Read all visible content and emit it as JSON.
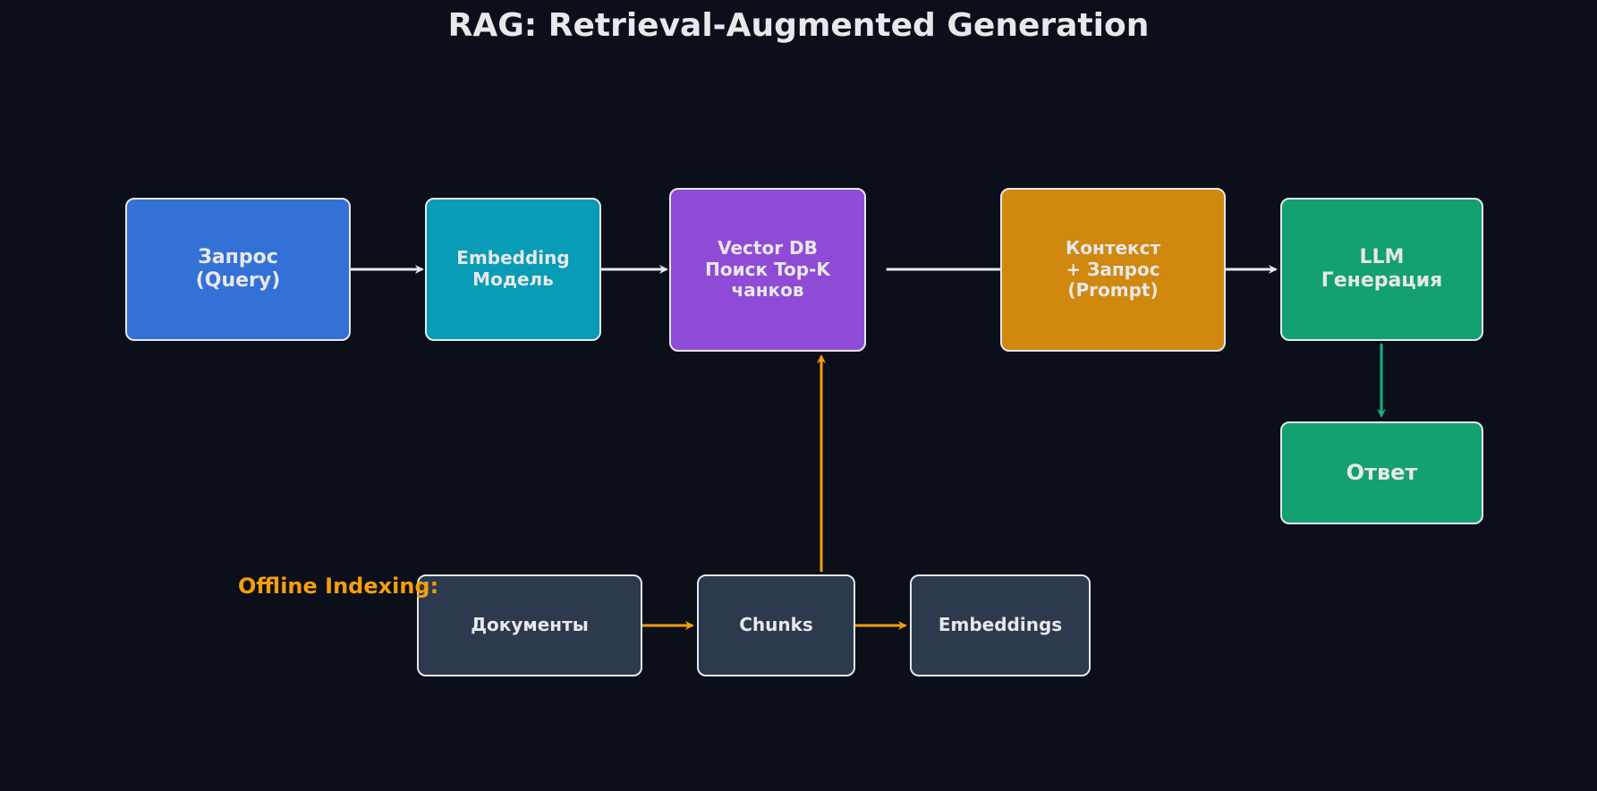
{
  "title": "RAG: Retrieval-Augmented Generation",
  "colors": {
    "background": "#0b0f19",
    "query": "#3371d6",
    "embedding_model": "#089cb6",
    "vector_db": "#8f4bd6",
    "context": "#d0880e",
    "llm": "#13a072",
    "answer": "#13a072",
    "offline": "#2d394d",
    "online_arrow": "#e5e7eb",
    "offline_arrow": "#f59e0b",
    "answer_arrow": "#13b07e"
  },
  "nodes": {
    "query": "Запрос\n(Query)",
    "embedding_model": "Embedding\nМодель",
    "vector_db": "Vector DB\nПоиск Top-K\nчанков",
    "context": "Контекст\n+ Запрос\n(Prompt)",
    "llm": "LLM\nГенерация",
    "answer": "Ответ",
    "documents": "Документы",
    "chunks": "Chunks",
    "embeddings": "Embeddings"
  },
  "offline_label": "Offline Indexing:",
  "edges": [
    {
      "from": "query",
      "to": "embedding_model",
      "kind": "online"
    },
    {
      "from": "embedding_model",
      "to": "vector_db",
      "kind": "online"
    },
    {
      "from": "vector_db",
      "to": "context",
      "kind": "online"
    },
    {
      "from": "context",
      "to": "llm",
      "kind": "online"
    },
    {
      "from": "llm",
      "to": "answer",
      "kind": "answer"
    },
    {
      "from": "documents",
      "to": "chunks",
      "kind": "offline"
    },
    {
      "from": "chunks",
      "to": "embeddings",
      "kind": "offline"
    },
    {
      "from": "chunks",
      "to": "vector_db",
      "kind": "offline"
    }
  ]
}
